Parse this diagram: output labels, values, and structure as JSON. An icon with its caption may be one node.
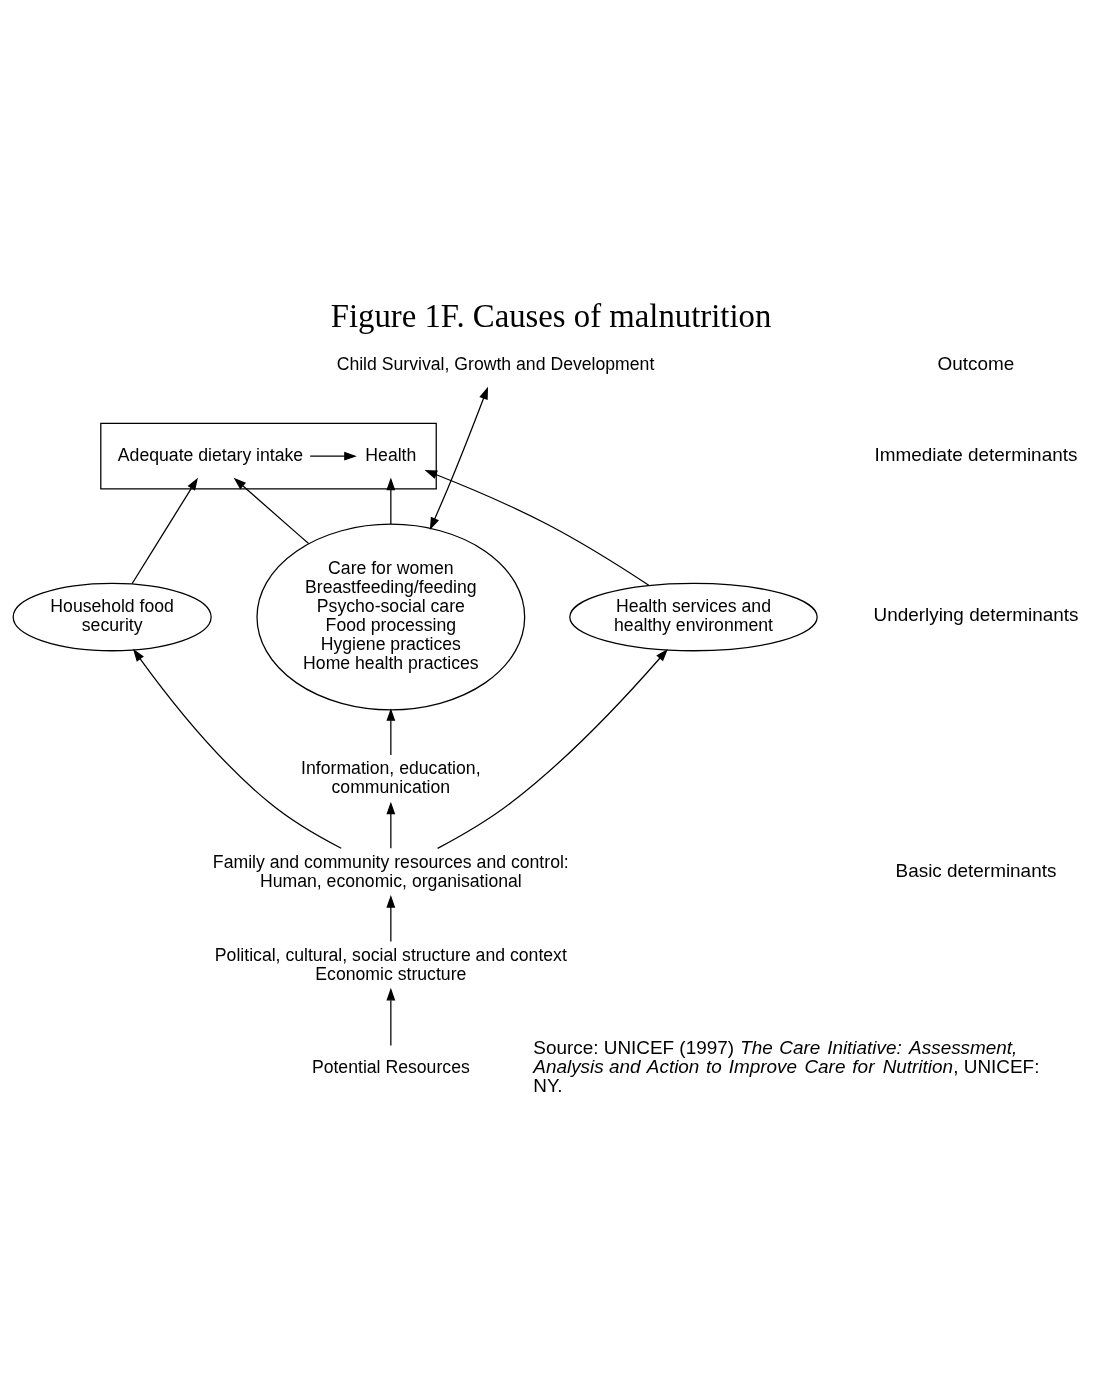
{
  "diagram": {
    "title": "Figure 1F. Causes of malnutrition",
    "caption": "Source: UNICEF (1997) *The Care Initiative: Assessment, Analysis and Action to Improve Care for Nutrition*, UNICEF: NY.",
    "nodes": [
      {
        "text": [
          "Child Survival, Growth and Development"
        ]
      },
      {
        "text": [],
        "shape": "box"
      },
      {
        "text": [
          "Adequate dietary intake"
        ],
        "in": 1
      },
      {
        "text": [
          "Health"
        ],
        "in": 1
      },
      {
        "text": [
          "Household food security"
        ]
      },
      {
        "text": [
          "Care for women",
          "Breastfeeding/feeding",
          "Psycho-social care",
          "Food processing",
          "Hygiene practices",
          "Home health practices"
        ]
      },
      {
        "text": [
          "Health services and healthy environment"
        ]
      },
      {
        "text": [
          "Information, education, communication"
        ]
      },
      {
        "text": [
          "Family and community resources and control:",
          "Human, economic, organisational"
        ]
      },
      {
        "text": [
          "Political, cultural, social structure and context",
          "Economic structure"
        ]
      },
      {
        "text": [
          "Potential Resources"
        ]
      }
    ],
    "edges": [
      {
        "from": 2,
        "to": 3,
        "arrow": "to"
      },
      {
        "from": 5,
        "to": 0,
        "arrow": "both"
      },
      {
        "from": 5,
        "to": 2,
        "arrow": "to"
      },
      {
        "from": 5,
        "to": 3,
        "arrow": "to"
      },
      {
        "from": 4,
        "to": 2,
        "arrow": "to"
      },
      {
        "from": 6,
        "to": 3,
        "arrow": "to"
      },
      {
        "from": 7,
        "to": 5,
        "arrow": "to"
      },
      {
        "from": 8,
        "to": 7,
        "arrow": "to"
      },
      {
        "from": 8,
        "to": 4,
        "arrow": "to"
      },
      {
        "from": 8,
        "to": 6,
        "arrow": "to"
      },
      {
        "from": 9,
        "to": 8,
        "arrow": "to"
      },
      {
        "from": 10,
        "to": 9,
        "arrow": "to"
      }
    ],
    "labels": [
      "Outcome",
      "Immediate determinants",
      "Underlying determinants",
      "Basic determinants"
    ]
  }
}
